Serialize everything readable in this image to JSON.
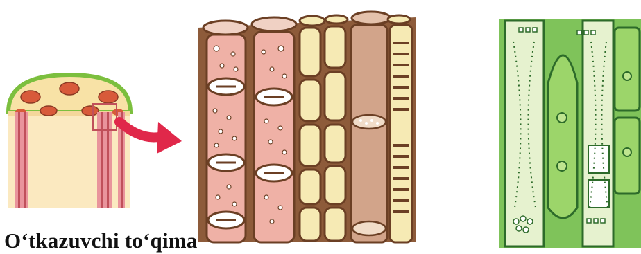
{
  "caption": "O‘tkazuvchi to‘qima",
  "colors": {
    "stem_outer_green": "#7cbf3e",
    "stem_cortex_cream": "#f8e2a6",
    "bundle_red": "#d85a3a",
    "vessel_pink": "#efb1a6",
    "vessel_wall_brown": "#a06a44",
    "tracheid_yellow": "#f6eab4",
    "sieve_tan": "#d2a48a",
    "arrow_red": "#e0284a",
    "phloem_green": "#7fc35a",
    "phloem_light": "#e6f2cf"
  },
  "panels": [
    {
      "name": "stem-section",
      "description_hidden": true
    },
    {
      "name": "xylem-vessels"
    },
    {
      "name": "phloem-sieve-tubes"
    }
  ]
}
